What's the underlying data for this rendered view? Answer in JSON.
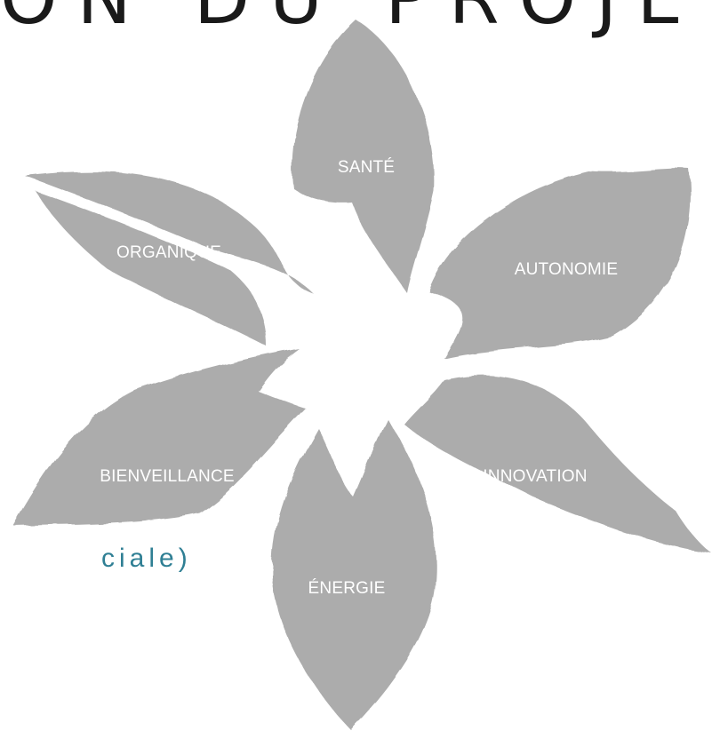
{
  "header": {
    "title_fragment": "ON DU PROJET"
  },
  "subtitle": {
    "fragment": "ciale)"
  },
  "colors": {
    "petal": "#acacac",
    "petal_label": "#ffffff",
    "subtitle": "#2f7f94",
    "title": "#1a1a1a"
  },
  "petals": [
    {
      "id": "sante",
      "label": "SANTÉ"
    },
    {
      "id": "autonomie",
      "label": "AUTONOMIE"
    },
    {
      "id": "innovation",
      "label": "INNOVATION"
    },
    {
      "id": "energie",
      "label": "ÉNERGIE"
    },
    {
      "id": "bienveillance",
      "label": "BIENVEILLANCE"
    },
    {
      "id": "organique",
      "label": "ORGANIQUE"
    }
  ]
}
